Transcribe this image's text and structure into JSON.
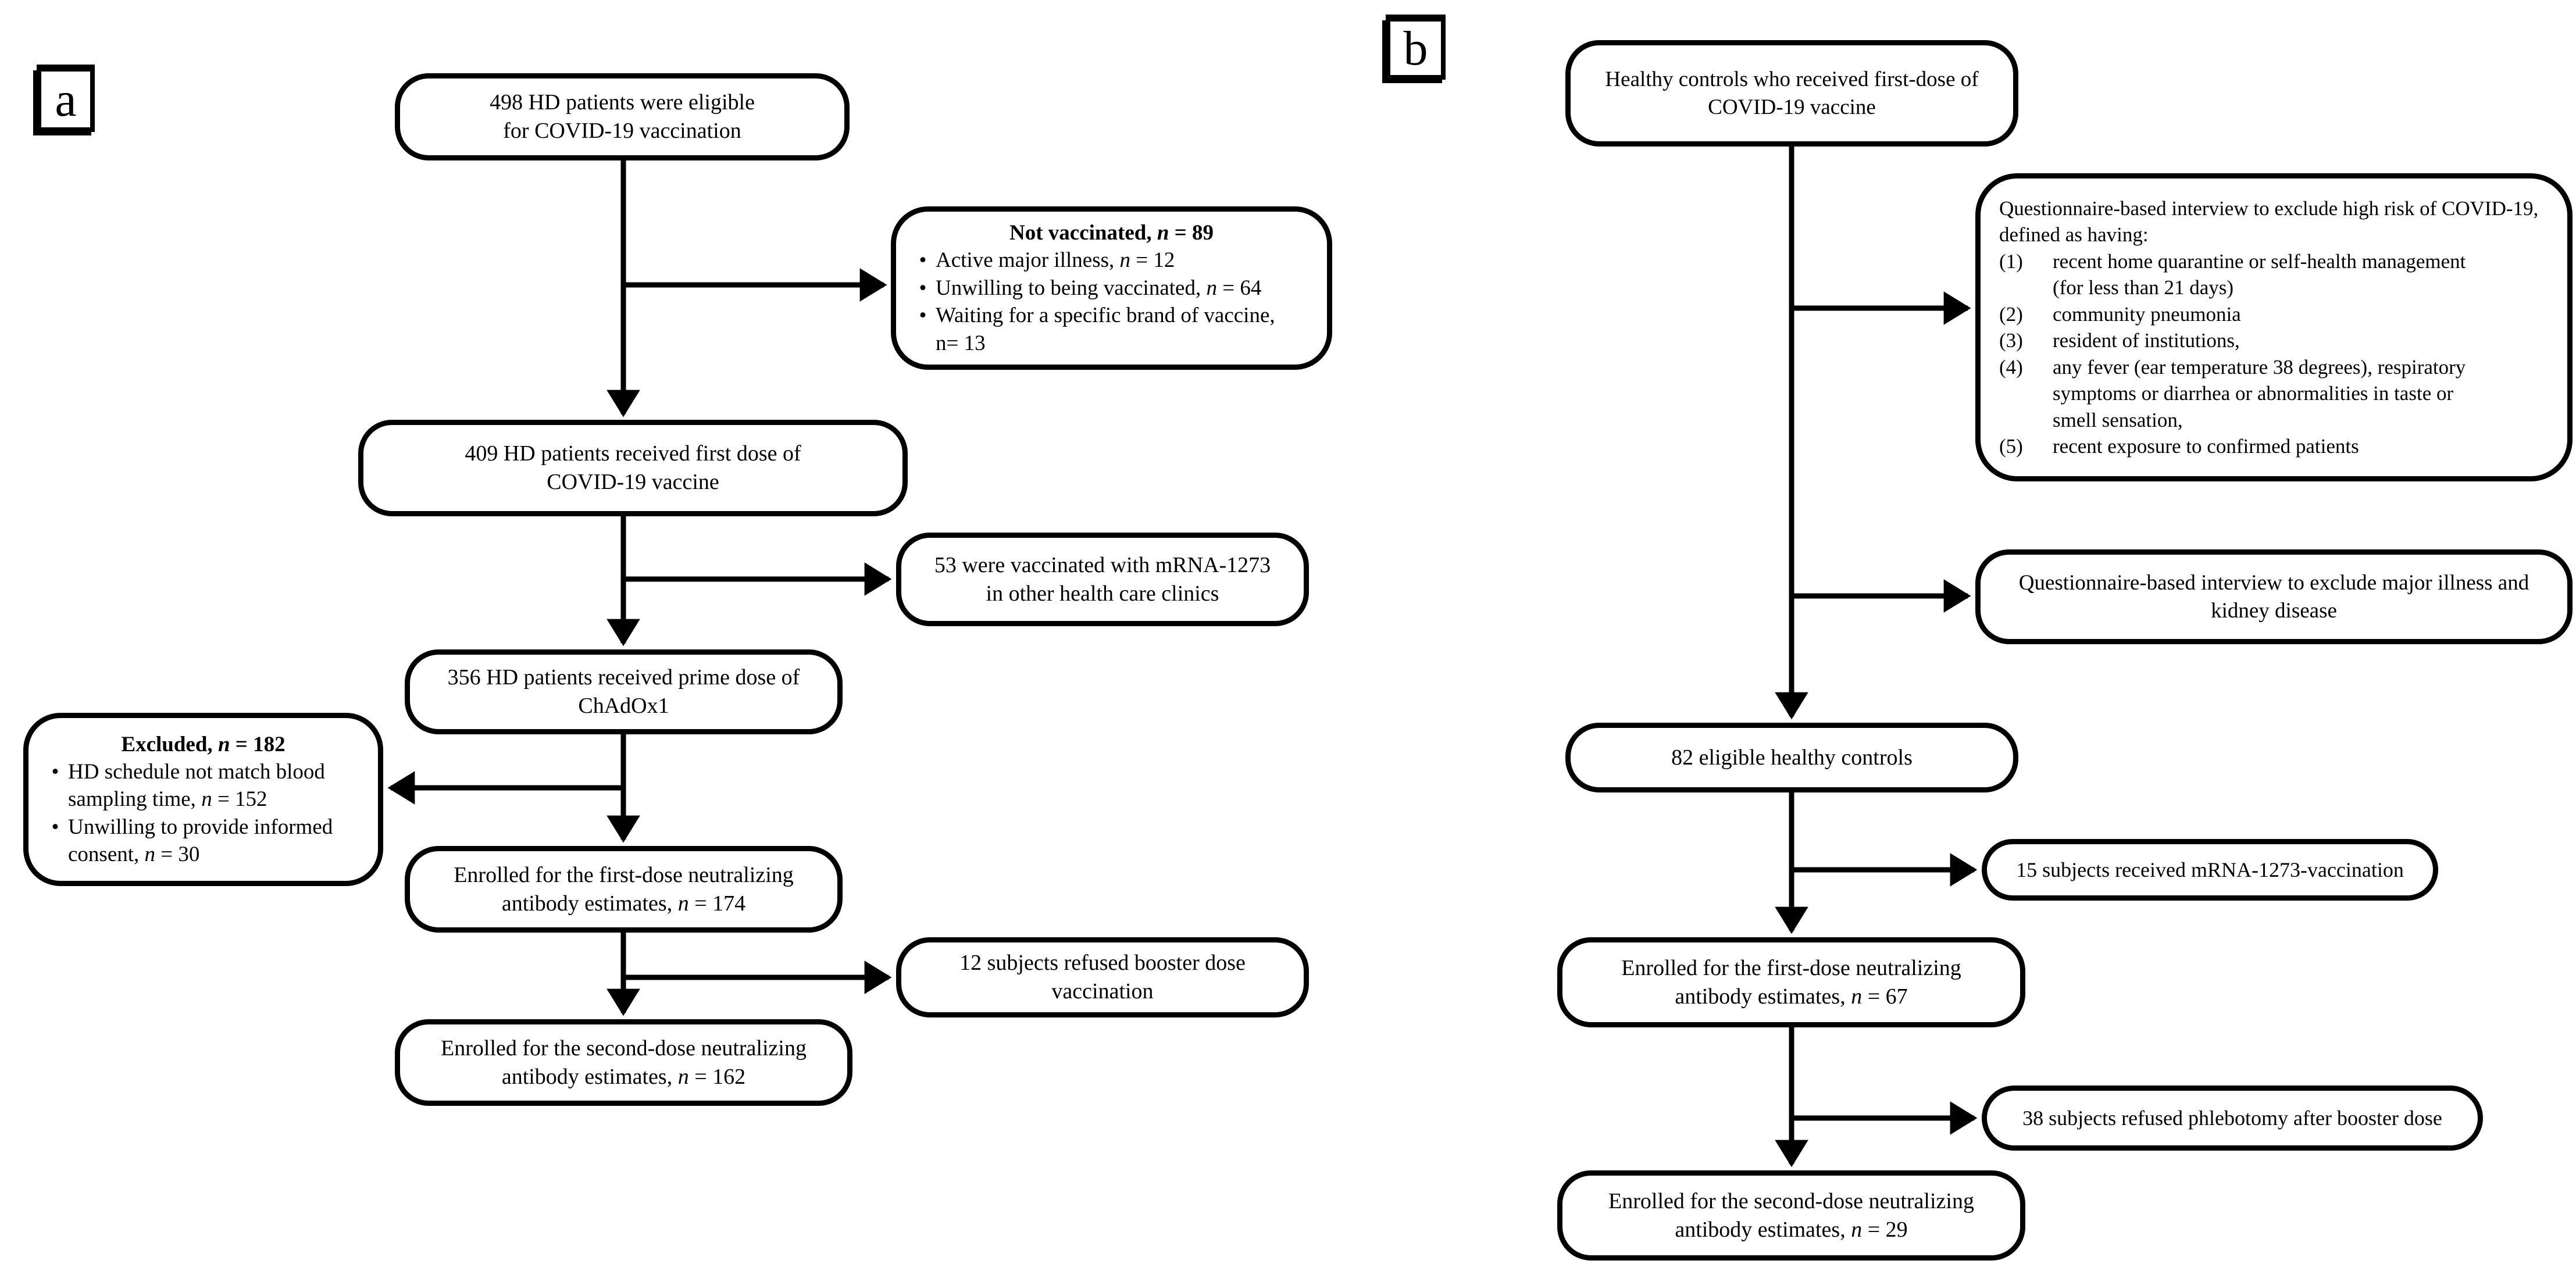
{
  "bullet": "•",
  "panel_a": {
    "label": "a",
    "eligible": "498 HD patients were eligible\nfor COVID-19 vaccination",
    "not_vaccinated": {
      "title": "Not vaccinated, *n* = 89",
      "items": [
        "Active major illness, *n* = 12",
        "Unwilling to being vaccinated, *n* = 64",
        "Waiting for a specific brand of vaccine,\nn= 13"
      ]
    },
    "first_dose": "409 HD patients received first dose of\nCOVID-19 vaccine",
    "mrna_other": "53 were vaccinated with mRNA-1273\nin other health care clinics",
    "prime_chadox": "356 HD patients received prime dose of\nChAdOx1",
    "excluded": {
      "title": "Excluded, *n* = 182",
      "items": [
        "HD schedule not match blood\nsampling time, *n* = 152",
        "Unwilling to provide informed\nconsent, *n* = 30"
      ]
    },
    "enrolled_first": "Enrolled for the first-dose neutralizing\nantibody estimates, *n* = 174",
    "refused_booster": "12 subjects refused booster dose\nvaccination",
    "enrolled_second": "Enrolled for the second-dose neutralizing\nantibody estimates, *n* = 162"
  },
  "panel_b": {
    "label": "b",
    "healthy_controls": "Healthy controls who received first-dose of\nCOVID-19 vaccine",
    "high_risk": {
      "intro": "Questionnaire-based interview to exclude high risk of COVID-19,  defined as having:",
      "items": [
        {
          "num": "(1)",
          "text": "recent home quarantine or self-health management\n(for less than 21 days)"
        },
        {
          "num": "(2)",
          "text": "community pneumonia"
        },
        {
          "num": "(3)",
          "text": "resident of institutions,"
        },
        {
          "num": "(4)",
          "text": "any fever (ear temperature 38 degrees), respiratory\nsymptoms or diarrhea or abnormalities in taste or\nsmell sensation,"
        },
        {
          "num": "(5)",
          "text": "recent exposure to confirmed patients"
        }
      ]
    },
    "exclude_major": "Questionnaire-based interview to exclude major illness and\nkidney disease",
    "eligible_controls": "82 eligible healthy controls",
    "mrna_vaccination": "15 subjects received mRNA-1273-vaccination",
    "refused_phlebotomy": "38 subjects refused phlebotomy after booster dose",
    "enrolled_first": "Enrolled for the first-dose neutralizing\nantibody estimates, *n* = 67",
    "enrolled_second": "Enrolled for the second-dose neutralizing\nantibody estimates, *n* = 29"
  }
}
